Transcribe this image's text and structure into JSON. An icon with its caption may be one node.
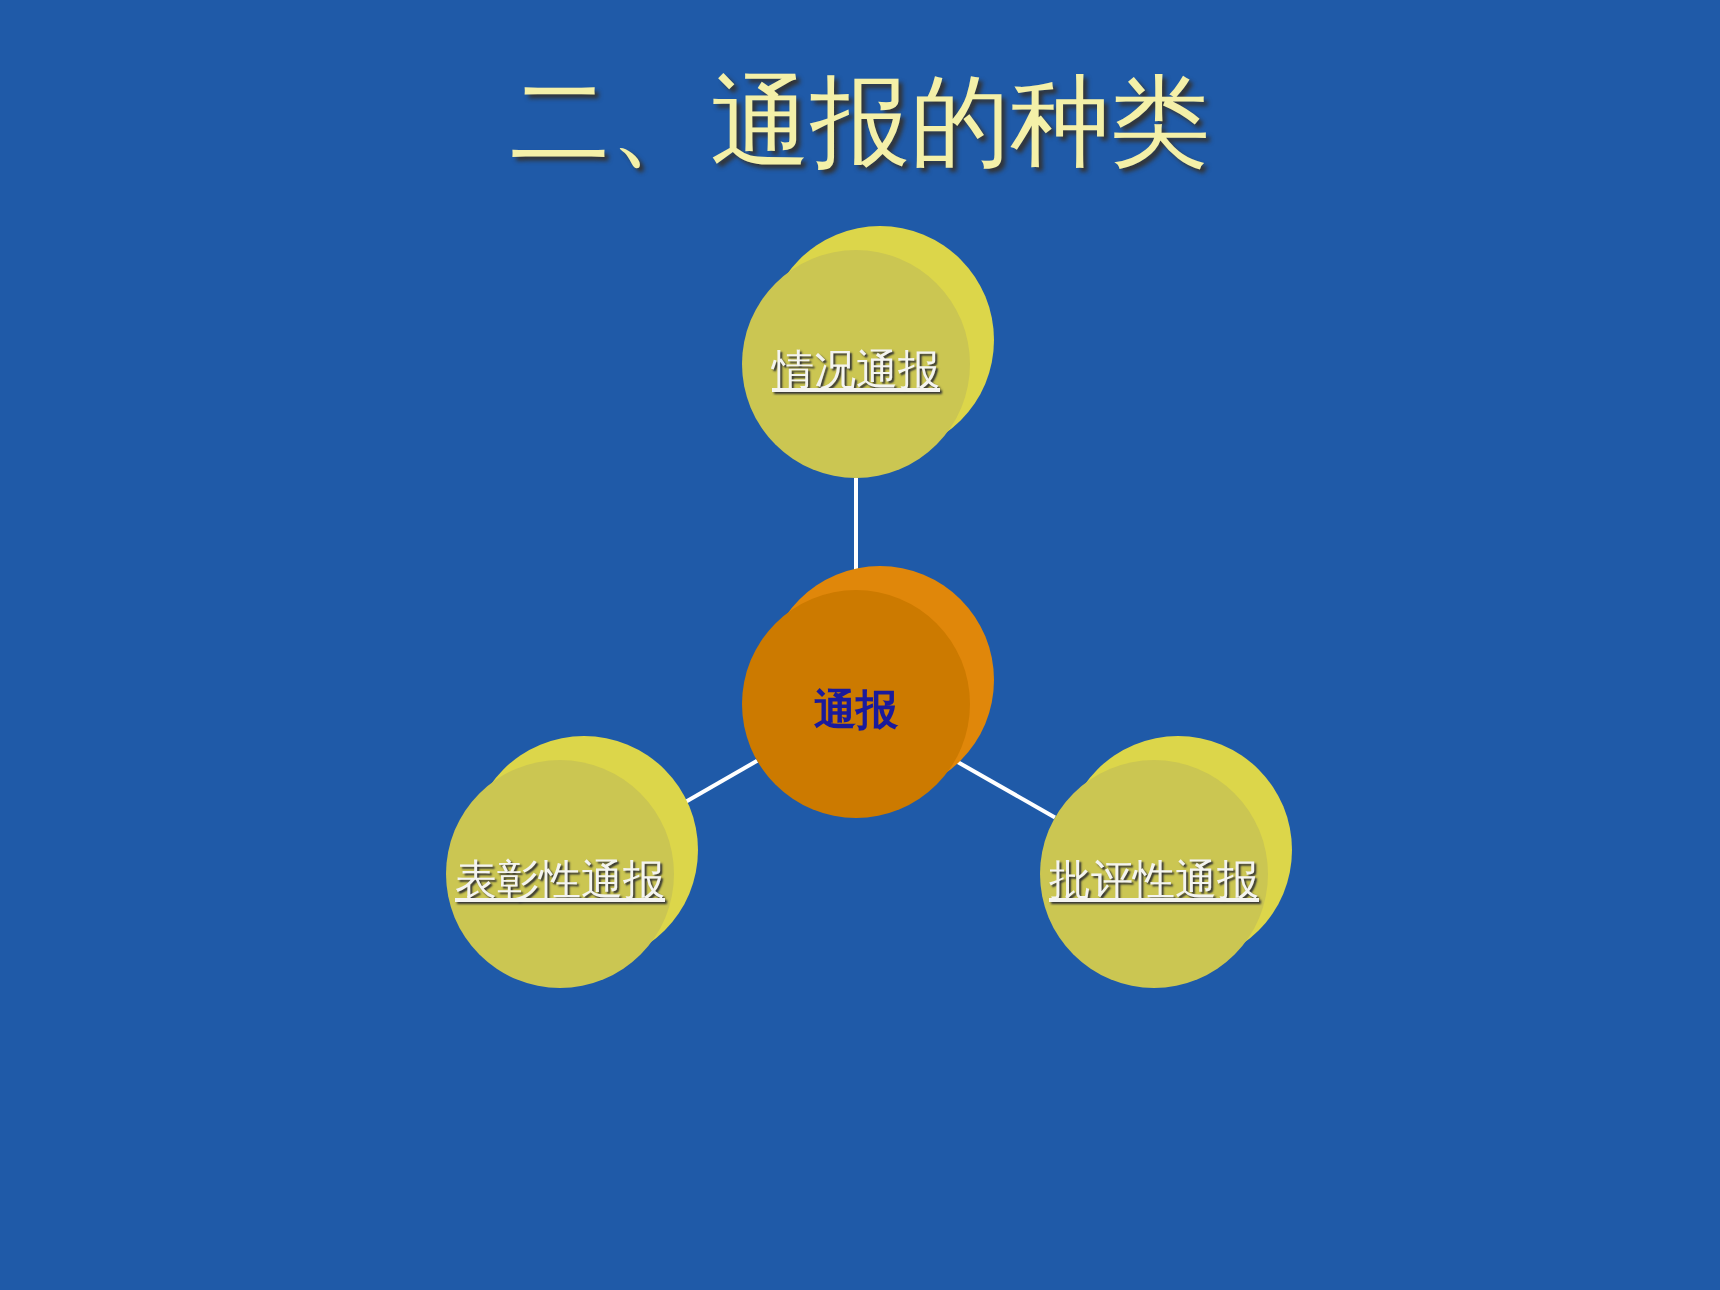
{
  "diagram": {
    "title": "二、通报的种类",
    "nodes": [
      {
        "text": [
          "情况通报"
        ]
      },
      {
        "text": [
          "通报"
        ]
      },
      {
        "text": [
          "表彰性通报"
        ]
      },
      {
        "text": [
          "批评性通报"
        ]
      }
    ],
    "edges": [
      {
        "from": 1,
        "to": 0,
        "arrow": "none"
      },
      {
        "from": 1,
        "to": 2,
        "arrow": "none"
      },
      {
        "from": 1,
        "to": 3,
        "arrow": "none"
      }
    ]
  }
}
